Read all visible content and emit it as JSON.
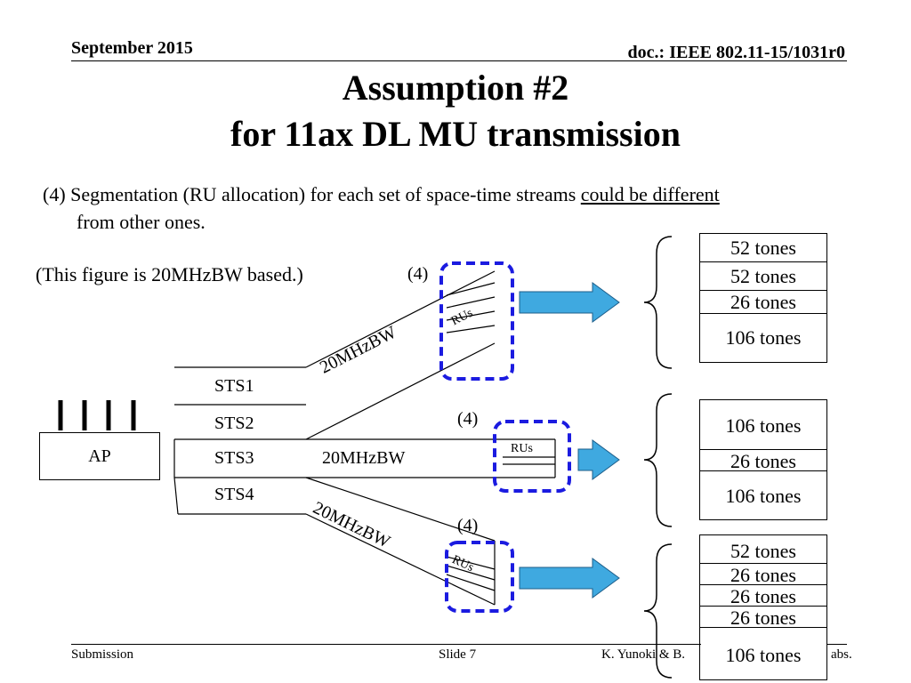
{
  "header": {
    "date": "September 2015",
    "doc_id": "doc.: IEEE 802.11-15/1031r0"
  },
  "title": {
    "line1": "Assumption #2",
    "line2": "for 11ax DL MU transmission"
  },
  "body": {
    "statement_line1_prefix": "(4) Segmentation (RU allocation) for each set of space-time streams ",
    "statement_underlined": "could be different",
    "statement_line2": "from other ones.",
    "note": "(This figure is 20MHzBW based.)"
  },
  "diagram": {
    "ap_label": "AP",
    "streams": [
      "STS1",
      "STS2",
      "STS3",
      "STS4"
    ],
    "bandwidth_label": "20MHzBW",
    "ru_label": "RUs",
    "segment_marker": "(4)",
    "colors": {
      "arrow": "#3fa9e0",
      "dashed_box": "#1b1be0"
    }
  },
  "tone_groups": [
    {
      "tones": [
        "52 tones",
        "52 tones",
        "26 tones",
        "106 tones"
      ]
    },
    {
      "tones": [
        "106 tones",
        "26 tones",
        "106 tones"
      ]
    },
    {
      "tones": [
        "52 tones",
        "26 tones",
        "26 tones",
        "26 tones",
        "106 tones"
      ]
    }
  ],
  "footer": {
    "left": "Submission",
    "center": "Slide 7",
    "right_visible": "K. Yunoki & B.",
    "right_tail": "abs."
  }
}
